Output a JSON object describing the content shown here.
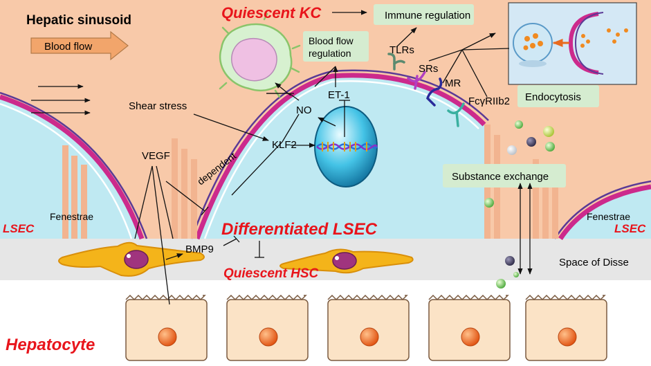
{
  "labels": {
    "hepatic_sinusoid": "Hepatic sinusoid",
    "blood_flow": "Blood flow",
    "quiescent_kc": "Quiescent KC",
    "immune_regulation": "Immune regulation",
    "blood_flow_regulation_1": "Blood flow",
    "blood_flow_regulation_2": "regulation",
    "tlrs": "TLRs",
    "srs": "SRs",
    "mr": "MR",
    "fcgr": "FcγRIIb2",
    "endocytosis": "Endocytosis",
    "et1": "ET-1",
    "no": "NO",
    "shear_stress": "Shear stress",
    "klf2": "KLF2",
    "vegf": "VEGF",
    "dependent": "dependent",
    "substance_exchange": "Substance exchange",
    "fenestrae_left": "Fenestrae",
    "fenestrae_right": "Fenestrae",
    "lsec_left": "LSEC",
    "lsec_right": "LSEC",
    "differentiated_lsec": "Differentiated LSEC",
    "bmp9": "BMP9",
    "quiescent_hsc": "Quiescent HSC",
    "space_of_disse": "Space of Disse",
    "hepatocyte": "Hepatocyte"
  },
  "colors": {
    "sinusoid_bg": "#f8c9a9",
    "lumen_blue": "#bfe9f2",
    "membrane_magenta": "#cc2a8c",
    "membrane_purple": "#5a3a96",
    "green_box": "#d5ecd0",
    "disse_gray": "#e6e6e6",
    "hepatocyte_fill": "#fbe3c6",
    "nucleus_orange": "#f06a1c",
    "hsc_yellow": "#f4b41a",
    "label_red": "#e8141b"
  }
}
